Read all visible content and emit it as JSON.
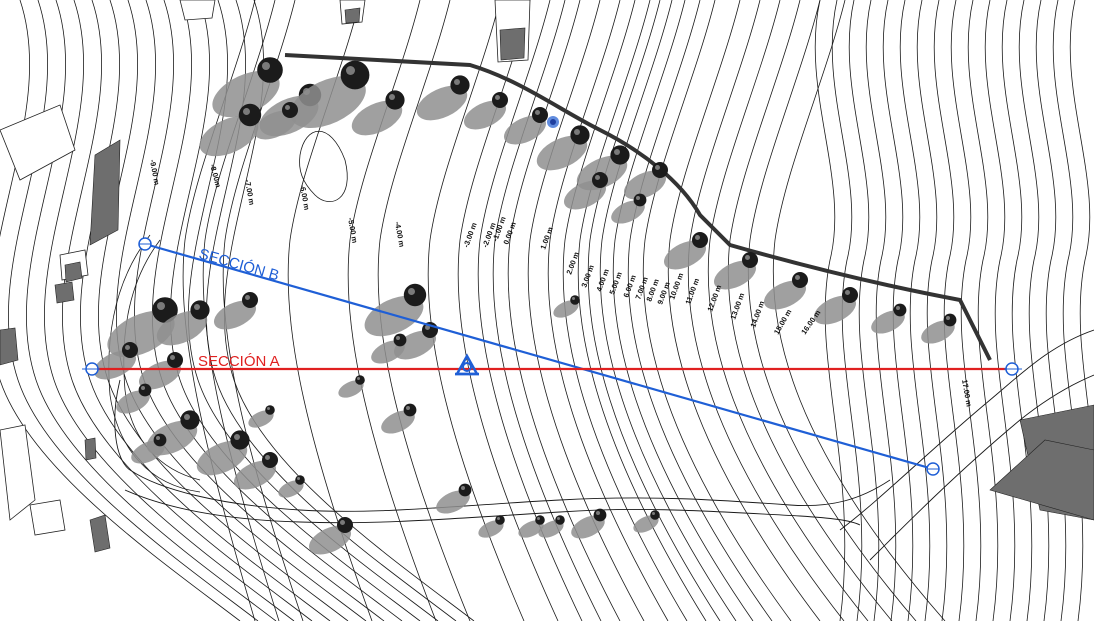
{
  "sections": {
    "b": {
      "label": "SECCIÓN B",
      "color": "#1f5fd6"
    },
    "a": {
      "label": "SECCIÓN A",
      "color": "#e02020"
    }
  },
  "contour_labels": [
    "-9.00 m",
    "-8.00m",
    "-7.00 m",
    "-6.00 m",
    "-5.00 m",
    "-4.00 m",
    "-3.00 m",
    "-2.00 m",
    "-1.00 m",
    "0.00 m",
    "1.00 m",
    "2.00 m",
    "3.00 m",
    "4.00 m",
    "5.00 m",
    "6.00 m",
    "7.00 m",
    "8.00 m",
    "9.00 m",
    "10.00 m",
    "11.00 m",
    "12.00 m",
    "13.00 m",
    "14.00 m",
    "15.00 m",
    "16.00 m",
    "17.00 m"
  ]
}
